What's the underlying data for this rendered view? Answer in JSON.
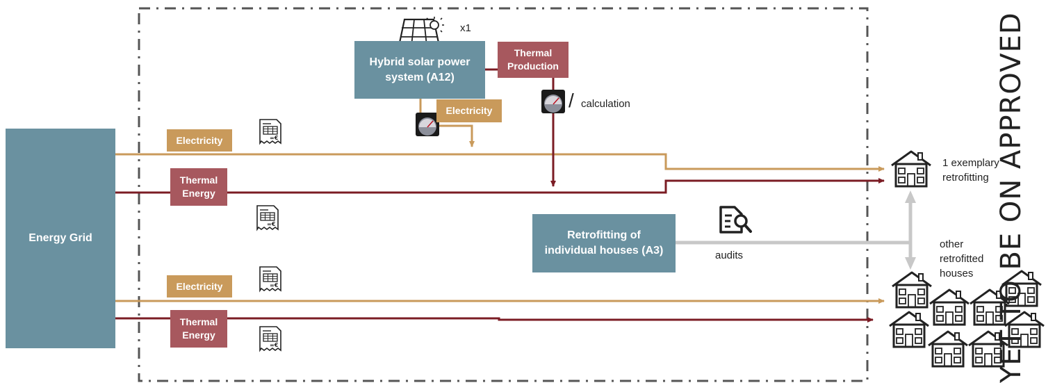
{
  "nodes": {
    "energy_grid": "Energy Grid",
    "hybrid_solar": "Hybrid solar power\nsystem (A12)",
    "thermal_production": "Thermal\nProduction",
    "electricity_solar": "Electricity",
    "electricity_top": "Electricity",
    "thermal_energy_top": "Thermal\nEnergy",
    "retrofitting": "Retrofitting of\nindividual houses (A3)",
    "electricity_bottom": "Electricity",
    "thermal_energy_bottom": "Thermal\nEnergy"
  },
  "labels": {
    "count": "x1",
    "slash": "/",
    "calculation": "calculation",
    "audits": "audits",
    "exemplary": "1 exemplary\nretrofitting",
    "other_houses": "other\nretrofitted\nhouses"
  },
  "watermark": "YET TO BE ON APPROVED BY THE EC",
  "colors": {
    "teal": "#6a91a0",
    "electricity": "#c99a5b",
    "thermal": "#7b1c24",
    "thermal_box": "#a7585e",
    "audit_line": "#c8c8c8",
    "frame": "#555555"
  }
}
